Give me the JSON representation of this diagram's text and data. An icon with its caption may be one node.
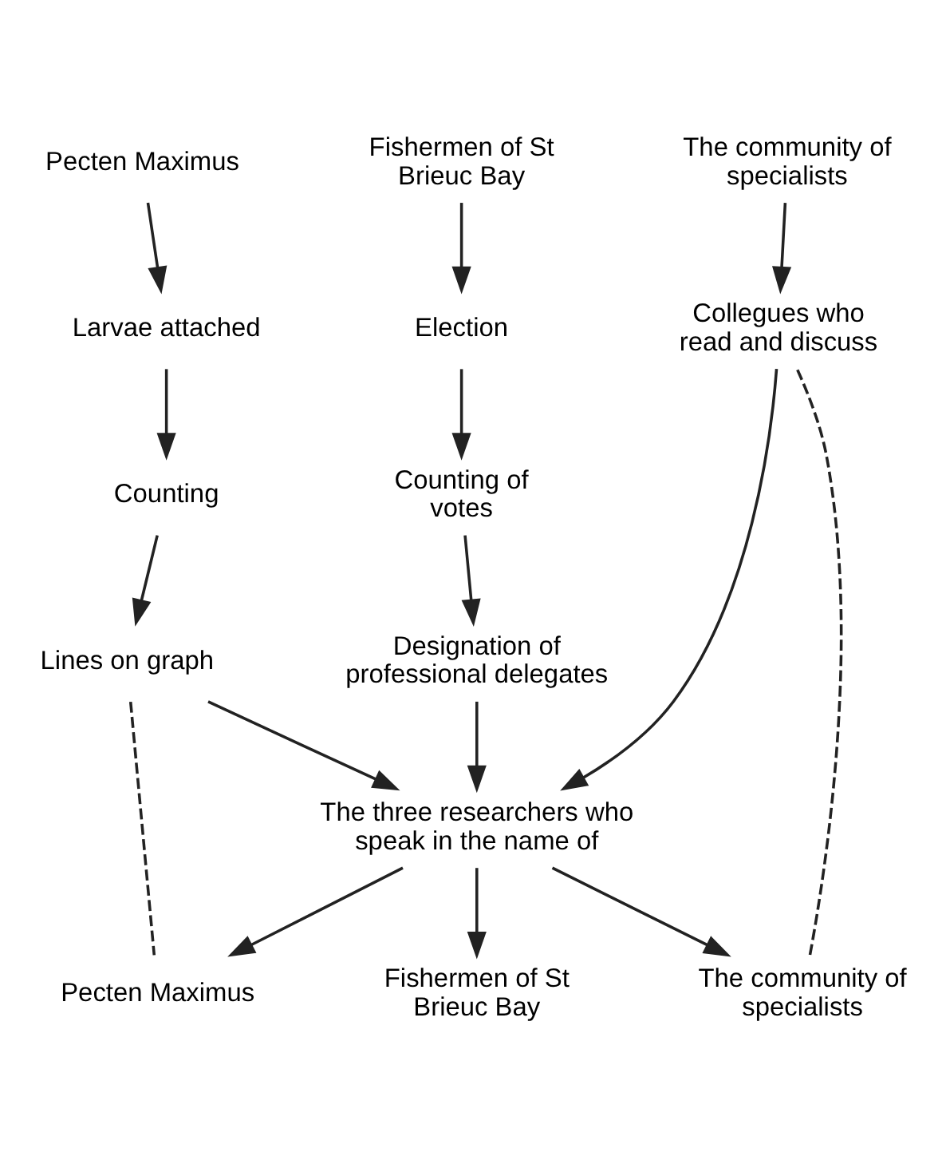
{
  "diagram": {
    "nodes": [
      {
        "text": [
          "Pecten Maximus"
        ]
      },
      {
        "text": [
          "Fishermen of St Brieuc Bay"
        ]
      },
      {
        "text": [
          "The community of specialists"
        ]
      },
      {
        "text": [
          "Larvae attached"
        ]
      },
      {
        "text": [
          "Election"
        ]
      },
      {
        "text": [
          "Collegues who read and discuss"
        ]
      },
      {
        "text": [
          "Counting"
        ]
      },
      {
        "text": [
          "Counting of votes"
        ]
      },
      {
        "text": [
          "Lines on graph"
        ]
      },
      {
        "text": [
          "Designation of professional delegates"
        ]
      },
      {
        "text": [
          "The three researchers who speak in the name of"
        ]
      },
      {
        "text": [
          "Pecten Maximus"
        ]
      },
      {
        "text": [
          "Fishermen of St Brieuc Bay"
        ]
      },
      {
        "text": [
          "The community of specialists"
        ]
      }
    ],
    "edges": [
      {
        "from": 0,
        "to": 3,
        "arrow": "to"
      },
      {
        "from": 3,
        "to": 6,
        "arrow": "to"
      },
      {
        "from": 6,
        "to": 8,
        "arrow": "to"
      },
      {
        "from": 8,
        "to": 10,
        "arrow": "to"
      },
      {
        "from": 1,
        "to": 4,
        "arrow": "to"
      },
      {
        "from": 4,
        "to": 7,
        "arrow": "to"
      },
      {
        "from": 7,
        "to": 9,
        "arrow": "to"
      },
      {
        "from": 9,
        "to": 10,
        "arrow": "to"
      },
      {
        "from": 2,
        "to": 5,
        "arrow": "to"
      },
      {
        "from": 5,
        "to": 10,
        "arrow": "to"
      },
      {
        "from": 8,
        "to": 11,
        "arrow": "none",
        "style": "dashed"
      },
      {
        "from": 5,
        "to": 13,
        "arrow": "none",
        "style": "dashed"
      },
      {
        "from": 10,
        "to": 11,
        "arrow": "to"
      },
      {
        "from": 10,
        "to": 12,
        "arrow": "to"
      },
      {
        "from": 10,
        "to": 13,
        "arrow": "to"
      }
    ]
  }
}
